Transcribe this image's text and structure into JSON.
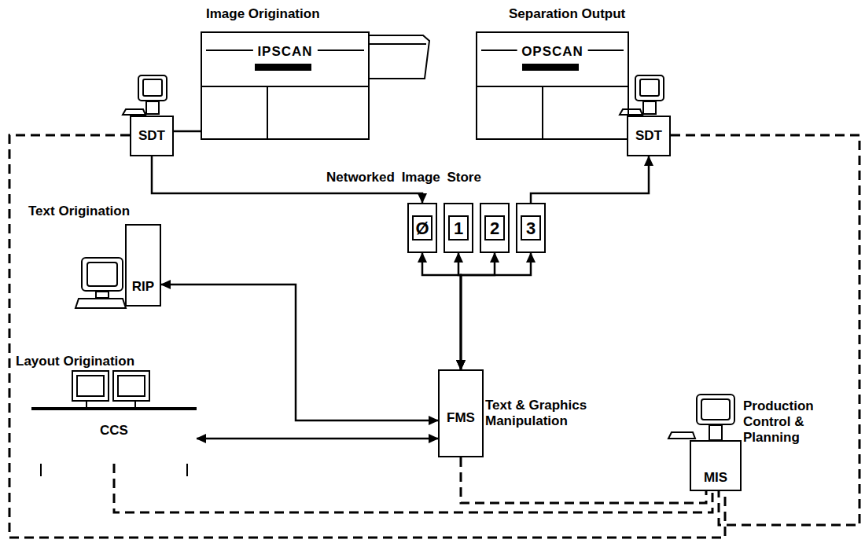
{
  "diagram": {
    "nodes": [
      {
        "text": [
          "SDT"
        ]
      },
      {
        "text": [
          "Image Origination",
          "IPSCAN"
        ]
      },
      {
        "text": [
          "Separation Output",
          "OPSCAN"
        ]
      },
      {
        "text": [
          "SDT"
        ]
      },
      {
        "text": [
          "Ø"
        ]
      },
      {
        "text": [
          "1"
        ]
      },
      {
        "text": [
          "2"
        ]
      },
      {
        "text": [
          "3"
        ]
      },
      {
        "text": [
          "Text Origination",
          "RIP"
        ]
      },
      {
        "text": [
          "FMS",
          "Text & Graphics Manipulation"
        ]
      },
      {
        "text": [
          "Layout Origination",
          "CCS"
        ]
      },
      {
        "text": [
          "MIS",
          "Production Control & Planning"
        ]
      }
    ],
    "edges": [
      {
        "from": 0,
        "to": 1,
        "arrow": "none"
      },
      {
        "from": 2,
        "to": 3,
        "arrow": "none"
      },
      {
        "from": 0,
        "to": 4,
        "arrow": "to"
      },
      {
        "from": 7,
        "to": 3,
        "arrow": "to"
      },
      {
        "from": 4,
        "to": 9,
        "arrow": "both"
      },
      {
        "from": 5,
        "to": 9,
        "arrow": "both"
      },
      {
        "from": 6,
        "to": 9,
        "arrow": "both"
      },
      {
        "from": 7,
        "to": 9,
        "arrow": "both"
      },
      {
        "from": 8,
        "to": 9,
        "arrow": "both"
      },
      {
        "from": 10,
        "to": 9,
        "arrow": "both"
      },
      {
        "from": 0,
        "to": 11,
        "arrow": "none"
      },
      {
        "from": 3,
        "to": 11,
        "arrow": "none"
      },
      {
        "from": 10,
        "to": 11,
        "arrow": "none"
      },
      {
        "from": 9,
        "to": 11,
        "arrow": "none"
      }
    ],
    "labels": [
      "Networked Image Store"
    ]
  }
}
